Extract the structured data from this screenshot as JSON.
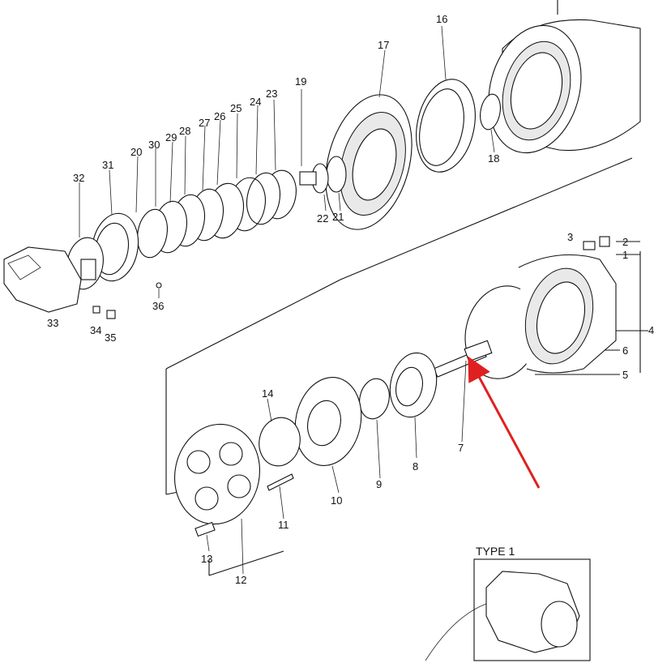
{
  "callouts": {
    "c1": "1",
    "c2": "2",
    "c3": "3",
    "c4": "4",
    "c5": "5",
    "c6": "6",
    "c7": "7",
    "c8": "8",
    "c9": "9",
    "c10": "10",
    "c11": "11",
    "c12": "12",
    "c13": "13",
    "c14": "14",
    "c16": "16",
    "c17": "17",
    "c18": "18",
    "c19": "19",
    "c20": "20",
    "c21": "21",
    "c22": "22",
    "c23": "23",
    "c24": "24",
    "c25": "25",
    "c26": "26",
    "c27": "27",
    "c28": "28",
    "c29": "29",
    "c30": "30",
    "c31": "31",
    "c32": "32",
    "c33": "33",
    "c34": "34",
    "c35": "35",
    "c36": "36"
  },
  "inset": {
    "title": "TYPE 1"
  },
  "colors": {
    "highlight_arrow": "#e02020",
    "highlight_ring": "#000000"
  }
}
